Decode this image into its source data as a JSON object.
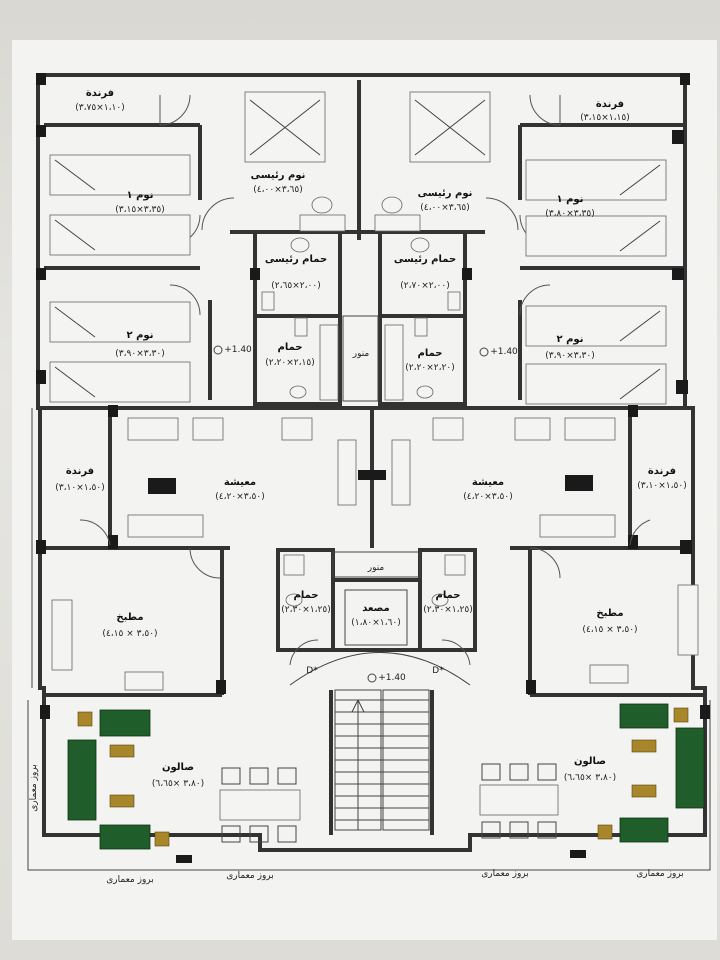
{
  "title": "Floor Plan",
  "rooms": {
    "balcony_top_left": {
      "name": "فرندة",
      "dim": "(١،١٠×٣،٧٥)"
    },
    "balcony_top_right": {
      "name": "فرندة",
      "dim": "(١،١٥×٣،١٥)"
    },
    "master_left": {
      "name": "نوم رئيسى",
      "dim": "(٣،٦٥×٤،٠٠)"
    },
    "master_right": {
      "name": "نوم رئيسى",
      "dim": "(٣،٦٥×٤،٠٠)"
    },
    "bed1_left": {
      "name": "نوم ١",
      "dim": "(٣،٣٥×٣،١٥)"
    },
    "bed1_right": {
      "name": "نوم ١",
      "dim": "(٣،٣٥×٣،٨٠)"
    },
    "master_bath_left": {
      "name": "حمام رئيسى",
      "dim": "(٢،٠٠×٢،٦٥)"
    },
    "master_bath_right": {
      "name": "حمام رئيسى",
      "dim": "(٢،٠٠×٢،٧٠)"
    },
    "bed2_left": {
      "name": "نوم ٢",
      "dim": "(٣،٣٠×٣،٩٠)"
    },
    "bed2_right": {
      "name": "نوم ٢",
      "dim": "(٣،٣٠×٣،٩٠)"
    },
    "bath_left": {
      "name": "حمام",
      "dim": "(٢،١٥×٢،٢٠)"
    },
    "bath_right": {
      "name": "حمام",
      "dim": "(٢،٢٠×٢،٢٠)"
    },
    "shaft_top": {
      "name": "منور",
      "dim": ""
    },
    "balcony_mid_left": {
      "name": "فرندة",
      "dim": "(١،٥٠×٣،١٠)"
    },
    "balcony_mid_right": {
      "name": "فرندة",
      "dim": "(١،٥٠×٣،١٠)"
    },
    "living_left": {
      "name": "معيشة",
      "dim": "(٣،٥٠×٤،٢٠)"
    },
    "living_right": {
      "name": "معيشة",
      "dim": "(٣،٥٠×٤،٢٠)"
    },
    "shaft_mid": {
      "name": "منور",
      "dim": ""
    },
    "elevator": {
      "name": "مصعد",
      "dim": "(١،٦٠×١،٨٠)"
    },
    "wc_left": {
      "name": "حمام",
      "dim": "(١،٢٥×٢،٣٠)"
    },
    "wc_right": {
      "name": "حمام",
      "dim": "(١،٢٥×٢،٣٠)"
    },
    "kitchen_left": {
      "name": "مطبخ",
      "dim": "(٣،٥٠ × ٤،١٥)"
    },
    "kitchen_right": {
      "name": "مطبخ",
      "dim": "(٣،٥٠ × ٤،١٥)"
    },
    "salon_left": {
      "name": "صالون",
      "dim": "(٣،٨٠ ×٦،٦٥)"
    },
    "salon_right": {
      "name": "صالون",
      "dim": "(٣،٨٠ ×٦،٦٥)"
    }
  },
  "levels": {
    "a": "+1.40",
    "b": "+1.40",
    "c": "+1.40"
  },
  "doors": {
    "left": "D*",
    "right": "D*"
  },
  "projections": {
    "side_left": "بروز معمارى",
    "bottom_1": "بروز معمارى",
    "bottom_2": "بروز معمارى",
    "bottom_3": "بروز معمارى",
    "bottom_4": "بروز معمارى"
  }
}
